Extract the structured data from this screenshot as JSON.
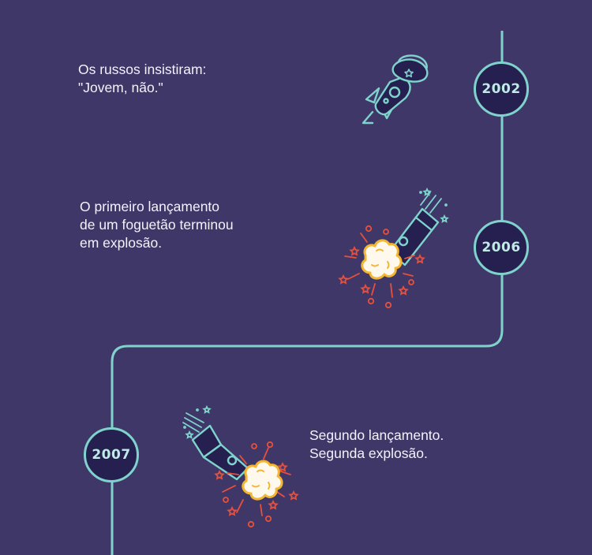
{
  "colors": {
    "background": "#3f3768",
    "timeline_line": "#7fd3cc",
    "badge_fill": "#25204f",
    "explosion_red": "#e8503a",
    "explosion_yellow": "#f2b632",
    "explosion_cloud": "#fff8ec"
  },
  "timeline": {
    "events": [
      {
        "year": "2002",
        "caption": " Os russos insistiram:\n\"Jovem, não.\"",
        "icon": "rocket-with-russian-hat-icon"
      },
      {
        "year": "2006",
        "caption": "O primeiro lançamento\nde um foguetão terminou\nem explosão.",
        "icon": "rocket-explosion-icon"
      },
      {
        "year": "2007",
        "caption": "Segundo lançamento.\nSegunda explosão.",
        "icon": "rocket-explosion-icon"
      }
    ]
  }
}
